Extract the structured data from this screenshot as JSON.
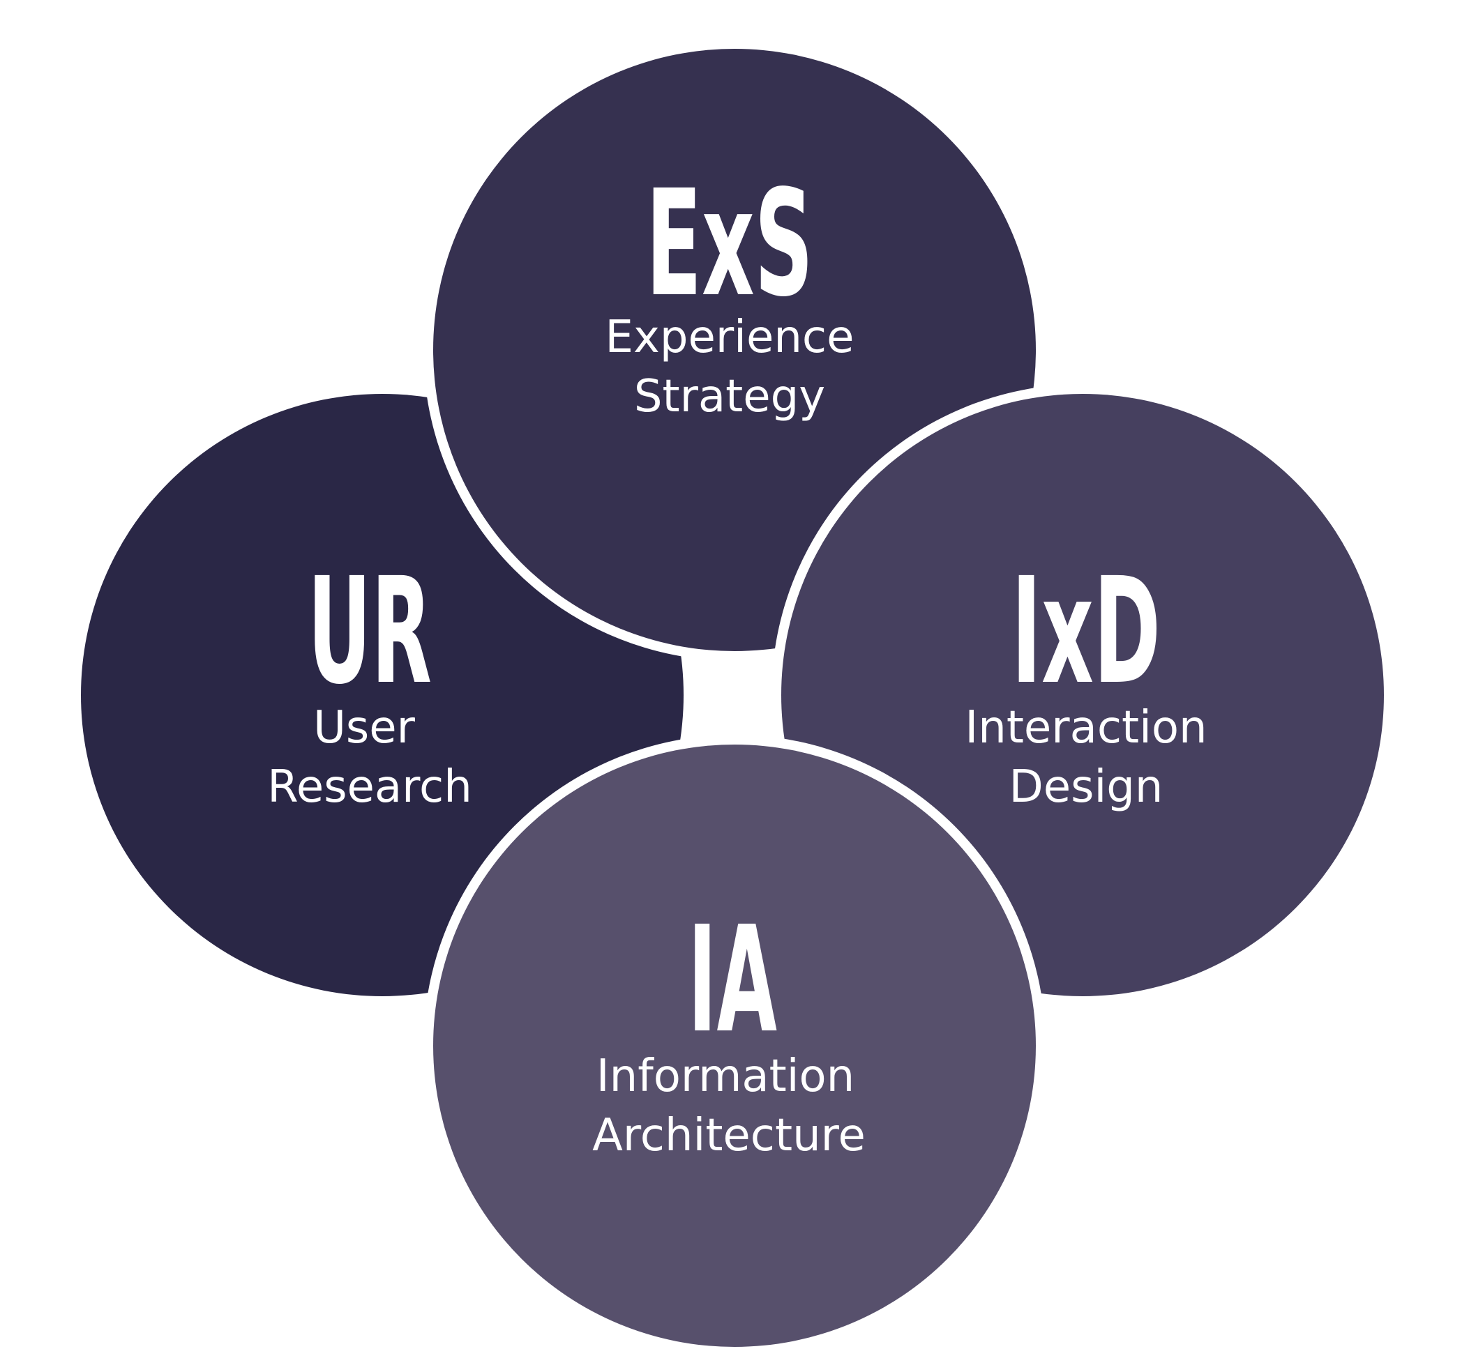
{
  "diagram": {
    "circles": [
      {
        "id": "user-research",
        "abbr": "UR",
        "line1": "User",
        "line2": "Research",
        "color": "#2a2746"
      },
      {
        "id": "experience-strategy",
        "abbr": "ExS",
        "line1": "Experience",
        "line2": "Strategy",
        "color": "#363150"
      },
      {
        "id": "interaction-design",
        "abbr": "IxD",
        "line1": "Interaction",
        "line2": "Design",
        "color": "#46405f"
      },
      {
        "id": "information-architecture",
        "abbr": "IA",
        "line1": "Information",
        "line2": "Architecture",
        "color": "#57506c"
      }
    ],
    "separator_color": "#ffffff"
  }
}
